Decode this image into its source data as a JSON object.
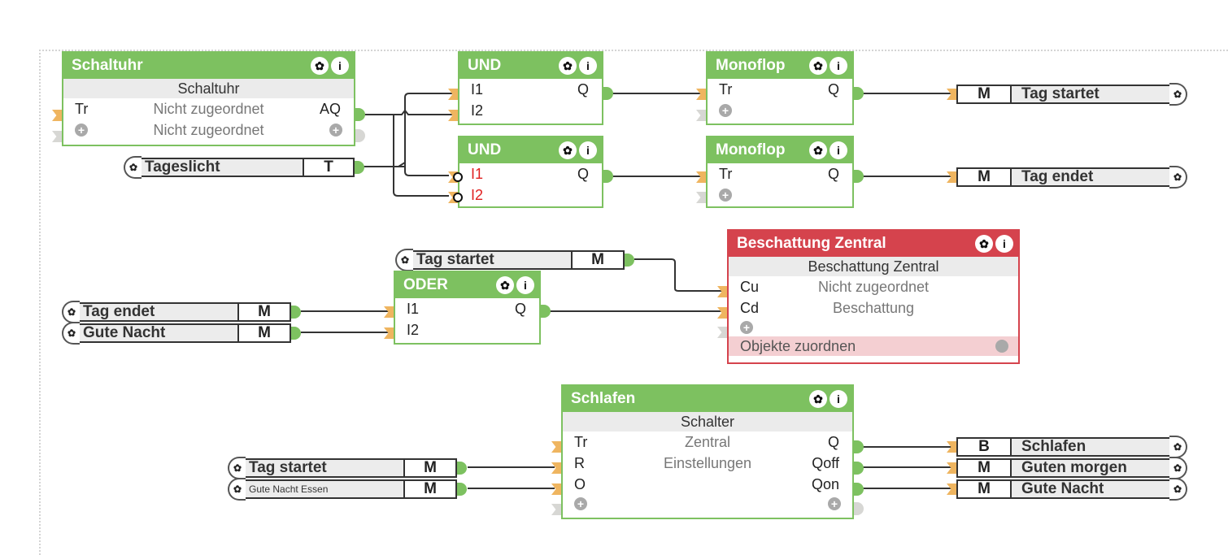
{
  "canvas": {
    "border_color": "#d4d4d4"
  },
  "colors": {
    "block_green": "#7dc160",
    "block_red": "#d5434d",
    "pin_input": "#efb560",
    "pin_unused": "#d7d7d4",
    "wire": "#333333"
  },
  "icons": {
    "gear": "gear-icon",
    "info": "info-icon",
    "plus": "plus-icon"
  },
  "glyphs": {
    "gear": "✿",
    "info": "i",
    "plus": "+"
  },
  "blocks": {
    "schaltuhr": {
      "title": "Schaltuhr",
      "subtitle": "Schaltuhr",
      "rows": [
        {
          "in": "Tr",
          "mid": "Nicht zugeordnet",
          "out": "AQ"
        },
        {
          "in": "",
          "mid": "Nicht zugeordnet",
          "out": ""
        }
      ]
    },
    "und1": {
      "title": "UND",
      "inputs": [
        "I1",
        "I2"
      ],
      "output": "Q"
    },
    "und2": {
      "title": "UND",
      "inputs": [
        "I1",
        "I2"
      ],
      "output": "Q",
      "inverted_inputs": true
    },
    "monoflop1": {
      "title": "Monoflop",
      "input": "Tr",
      "output": "Q"
    },
    "monoflop2": {
      "title": "Monoflop",
      "input": "Tr",
      "output": "Q"
    },
    "oder": {
      "title": "ODER",
      "inputs": [
        "I1",
        "I2"
      ],
      "output": "Q"
    },
    "beschattung": {
      "title": "Beschattung Zentral",
      "subtitle": "Beschattung Zentral",
      "rows": [
        {
          "in": "Cu",
          "mid": "Nicht zugeordnet"
        },
        {
          "in": "Cd",
          "mid": "Beschattung"
        }
      ],
      "footer": "Objekte zuordnen"
    },
    "schlafen": {
      "title": "Schlafen",
      "subtitle": "Schalter",
      "rows": [
        {
          "in": "Tr",
          "mid": "Zentral",
          "out": "Q"
        },
        {
          "in": "R",
          "mid": "Einstellungen",
          "out": "Qoff"
        },
        {
          "in": "O",
          "mid": "",
          "out": "Qon"
        }
      ]
    }
  },
  "nodes": {
    "tageslicht": {
      "name": "Tageslicht",
      "type": "T"
    },
    "tag_startet_out": {
      "name": "Tag startet",
      "type": "M"
    },
    "tag_endet_out": {
      "name": "Tag endet",
      "type": "M"
    },
    "tag_startet_in1": {
      "name": "Tag startet",
      "type": "M"
    },
    "tag_endet_in": {
      "name": "Tag endet",
      "type": "M"
    },
    "gute_nacht_in": {
      "name": "Gute Nacht",
      "type": "M"
    },
    "tag_startet_in2": {
      "name": "Tag startet",
      "type": "M"
    },
    "gute_nacht_essen_in": {
      "name": "Gute Nacht Essen",
      "type": "M"
    },
    "schlafen_out": {
      "name": "Schlafen",
      "type": "B"
    },
    "guten_morgen_out": {
      "name": "Guten morgen",
      "type": "M"
    },
    "gute_nacht_out": {
      "name": "Gute Nacht",
      "type": "M"
    }
  }
}
